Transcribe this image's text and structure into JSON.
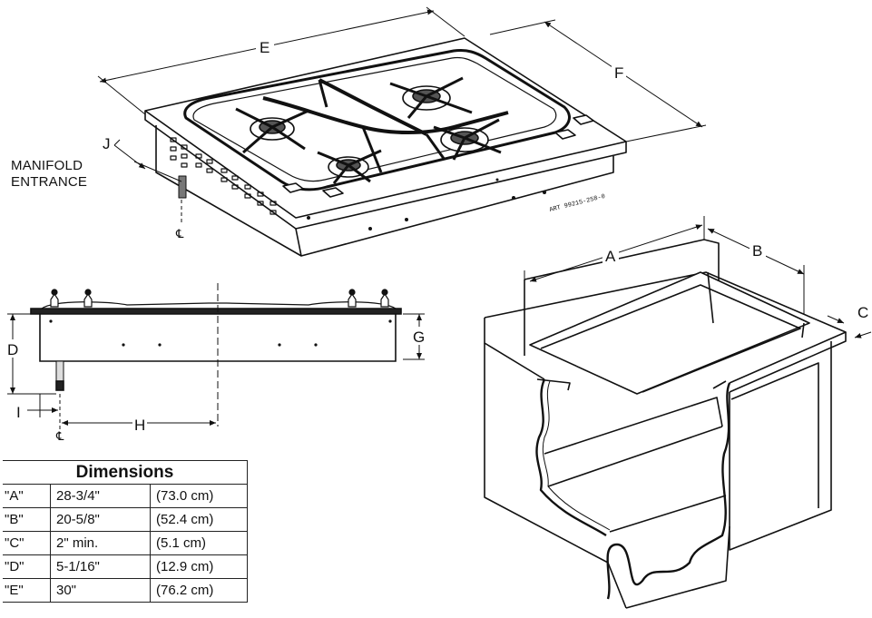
{
  "labels": {
    "E": "E",
    "F": "F",
    "J": "J",
    "A": "A",
    "B": "B",
    "C": "C",
    "D": "D",
    "G": "G",
    "H": "H",
    "I": "I"
  },
  "manifold": {
    "line1": "MANIFOLD",
    "line2": "ENTRANCE"
  },
  "centerline_symbol": "℄",
  "art_number": "ART 99215-258-0",
  "table": {
    "title": "Dimensions",
    "rows": [
      {
        "key": "\"A\"",
        "imperial": "28-3/4\"",
        "metric": "(73.0 cm)"
      },
      {
        "key": "\"B\"",
        "imperial": "20-5/8\"",
        "metric": "(52.4 cm)"
      },
      {
        "key": "\"C\"",
        "imperial": "2\" min.",
        "metric": "(5.1 cm)"
      },
      {
        "key": "\"D\"",
        "imperial": "5-1/16\"",
        "metric": "(12.9 cm)"
      },
      {
        "key": "\"E\"",
        "imperial": "30\"",
        "metric": "(76.2 cm)"
      }
    ]
  }
}
